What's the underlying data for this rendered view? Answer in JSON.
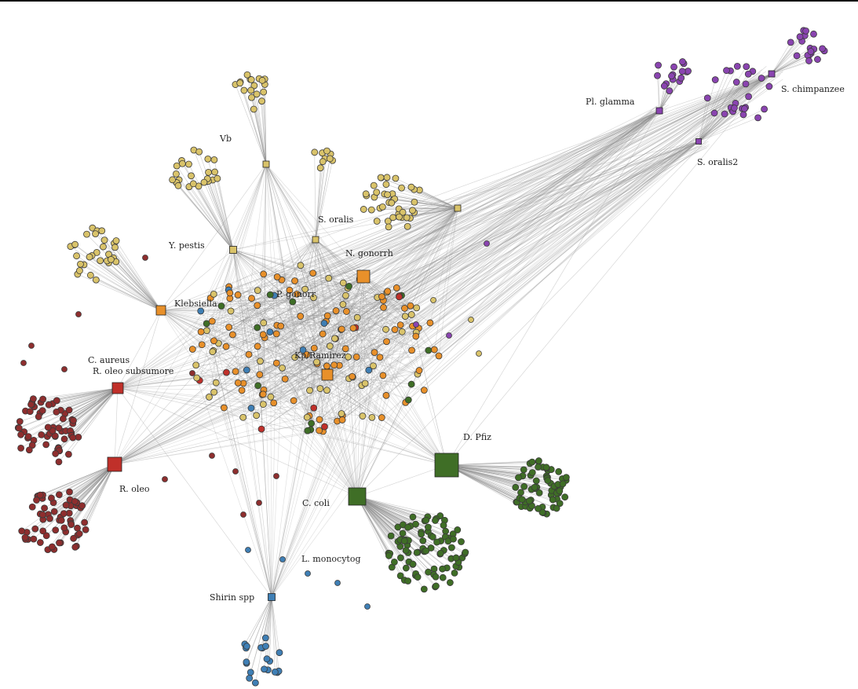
{
  "colors": {
    "edge": "#8c8c8c",
    "yellow": "#d9c36a",
    "orange": "#e8902a",
    "red": "#c0302a",
    "darkred": "#8e2e2e",
    "green": "#3f6e26",
    "blue": "#3f7fb5",
    "purple": "#8a44b0",
    "node_stroke": "#3a3a3a"
  },
  "labels": {
    "v_label": "Vb",
    "ya_label": "Y. pestis",
    "sc_label": "S. oralis",
    "ks_label": "Klebsiella",
    "ns_label": "N. gonorrh",
    "ps_label": "P. gonorr",
    "kp_label": "Kp/Ramirez",
    "ca_label": "C. aureus",
    "rw_label": "R. oleo subsumore",
    "ro_label": "R. oleo",
    "dm_label": "D. Pfiz",
    "cc_label": "C. coli",
    "lm_label": "L. monocytog",
    "sb_label": "Shirin spp",
    "pc_label": "Pl. glamma",
    "sd_label": "S. chimpanzee",
    "sm_label": "S. oralis2"
  }
}
